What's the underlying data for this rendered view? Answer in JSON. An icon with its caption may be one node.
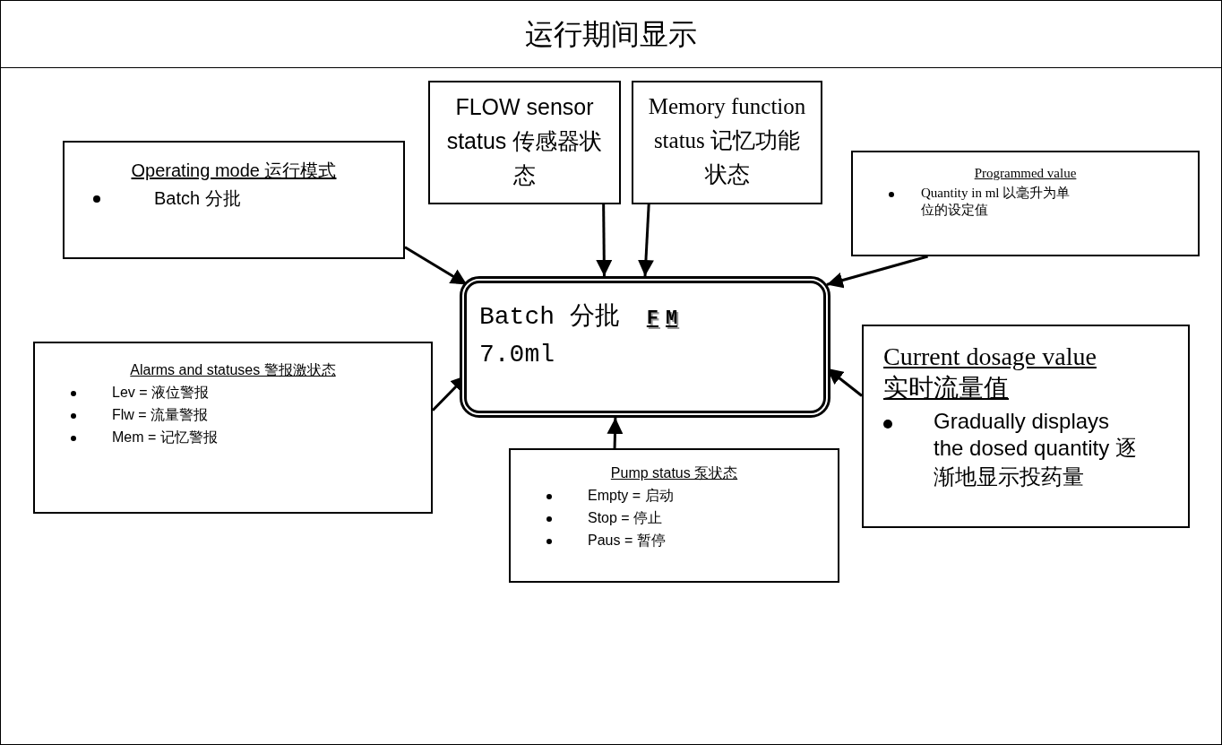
{
  "diagram": {
    "title": "运行期间显示",
    "nodes": [
      {
        "text": [
          "Operating mode 运行模式",
          "Batch 分批"
        ]
      },
      {
        "text": [
          "FLOW sensor status 传感器状态"
        ]
      },
      {
        "text": [
          "Memory function status 记忆功能状态"
        ]
      },
      {
        "text": [
          "Programmed value",
          "Quantity in ml 以毫升为单位的设定值"
        ]
      },
      {
        "text": [
          "Batch 分批",
          "F",
          "M",
          "7.0ml"
        ]
      },
      {
        "text": [
          "Alarms and statuses 警报激状态",
          "Lev = 液位警报",
          "Flw = 流量警报",
          "Mem = 记忆警报"
        ]
      },
      {
        "text": [
          "Pump status 泵状态",
          "Empty = 启动",
          "Stop = 停止",
          "Paus = 暂停"
        ]
      },
      {
        "text": [
          "Current dosage value 实时流量值",
          "Gradually displays the dosed quantity 逐渐地显示投药量"
        ]
      }
    ],
    "edges": [
      {
        "from": 0,
        "to": 4,
        "arrow": "to"
      },
      {
        "from": 1,
        "to": 4,
        "arrow": "to"
      },
      {
        "from": 2,
        "to": 4,
        "arrow": "to"
      },
      {
        "from": 3,
        "to": 4,
        "arrow": "to"
      },
      {
        "from": 5,
        "to": 4,
        "arrow": "to"
      },
      {
        "from": 6,
        "to": 4,
        "arrow": "to"
      },
      {
        "from": 7,
        "to": 4,
        "arrow": "to"
      }
    ]
  }
}
